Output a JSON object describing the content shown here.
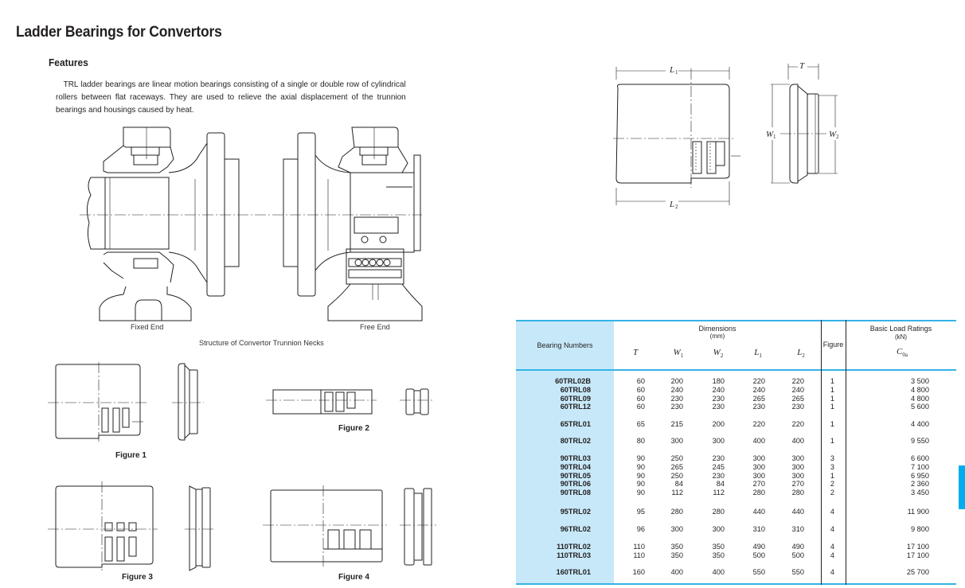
{
  "page": {
    "title": "Ladder Bearings for Convertors",
    "section_heading": "Features",
    "body_text": "TRL ladder bearings are linear motion bearings consisting of a single or double row of cylindrical rollers between flat raceways. They are used to relieve the axial displacement of the trunnion bearings and housings caused by heat."
  },
  "structure_drawing": {
    "fixed_end_label": "Fixed End",
    "free_end_label": "Free End",
    "caption": "Structure of Convertor Trunnion Necks"
  },
  "dimension_drawing": {
    "labels": {
      "L1": "L",
      "L1_sub": "1",
      "L2": "L",
      "L2_sub": "2",
      "T": "T",
      "W1": "W",
      "W1_sub": "1",
      "W2": "W",
      "W2_sub": "2"
    }
  },
  "figures": [
    {
      "label": "Figure 1"
    },
    {
      "label": "Figure 2"
    },
    {
      "label": "Figure 3"
    },
    {
      "label": "Figure 4"
    }
  ],
  "table": {
    "header": {
      "bearing_numbers": "Bearing Numbers",
      "dimensions": "Dimensions",
      "dimensions_unit": "(mm)",
      "figure": "Figure",
      "load_ratings": "Basic Load Ratings",
      "load_ratings_unit": "(kN)",
      "cols": {
        "T": "T",
        "W1": "W",
        "W1_sub": "1",
        "W2": "W",
        "W2_sub": "2",
        "L1": "L",
        "L1_sub": "1",
        "L2": "L",
        "L2_sub": "2",
        "C0a": "C",
        "C0a_sub": "0a"
      }
    },
    "groups": [
      {
        "rows": [
          {
            "bearing": "60TRL02B",
            "T": "60",
            "W1": "200",
            "W2": "180",
            "L1": "220",
            "L2": "220",
            "figure": "1",
            "C0a": "3 500"
          },
          {
            "bearing": "60TRL08",
            "T": "60",
            "W1": "240",
            "W2": "240",
            "L1": "240",
            "L2": "240",
            "figure": "1",
            "C0a": "4 800"
          },
          {
            "bearing": "60TRL09",
            "T": "60",
            "W1": "230",
            "W2": "230",
            "L1": "265",
            "L2": "265",
            "figure": "1",
            "C0a": "4 800"
          },
          {
            "bearing": "60TRL12",
            "T": "60",
            "W1": "230",
            "W2": "230",
            "L1": "230",
            "L2": "230",
            "figure": "1",
            "C0a": "5 600"
          }
        ]
      },
      {
        "rows": [
          {
            "bearing": "65TRL01",
            "T": "65",
            "W1": "215",
            "W2": "200",
            "L1": "220",
            "L2": "220",
            "figure": "1",
            "C0a": "4 400"
          }
        ]
      },
      {
        "rows": [
          {
            "bearing": "80TRL02",
            "T": "80",
            "W1": "300",
            "W2": "300",
            "L1": "400",
            "L2": "400",
            "figure": "1",
            "C0a": "9 550"
          }
        ]
      },
      {
        "rows": [
          {
            "bearing": "90TRL03",
            "T": "90",
            "W1": "250",
            "W2": "230",
            "L1": "300",
            "L2": "300",
            "figure": "3",
            "C0a": "6 600"
          },
          {
            "bearing": "90TRL04",
            "T": "90",
            "W1": "265",
            "W2": "245",
            "L1": "300",
            "L2": "300",
            "figure": "3",
            "C0a": "7 100"
          },
          {
            "bearing": "90TRL05",
            "T": "90",
            "W1": "250",
            "W2": "230",
            "L1": "300",
            "L2": "300",
            "figure": "1",
            "C0a": "6 950"
          },
          {
            "bearing": "90TRL06",
            "T": "90",
            "W1": "84",
            "W2": "84",
            "L1": "270",
            "L2": "270",
            "figure": "2",
            "C0a": "2 360"
          },
          {
            "bearing": "90TRL08",
            "T": "90",
            "W1": "112",
            "W2": "112",
            "L1": "280",
            "L2": "280",
            "figure": "2",
            "C0a": "3 450"
          }
        ]
      },
      {
        "rows": [
          {
            "bearing": "95TRL02",
            "T": "95",
            "W1": "280",
            "W2": "280",
            "L1": "440",
            "L2": "440",
            "figure": "4",
            "C0a": "11 900"
          }
        ]
      },
      {
        "rows": [
          {
            "bearing": "96TRL02",
            "T": "96",
            "W1": "300",
            "W2": "300",
            "L1": "310",
            "L2": "310",
            "figure": "4",
            "C0a": "9 800"
          }
        ]
      },
      {
        "rows": [
          {
            "bearing": "110TRL02",
            "T": "110",
            "W1": "350",
            "W2": "350",
            "L1": "490",
            "L2": "490",
            "figure": "4",
            "C0a": "17 100"
          },
          {
            "bearing": "110TRL03",
            "T": "110",
            "W1": "350",
            "W2": "350",
            "L1": "500",
            "L2": "500",
            "figure": "4",
            "C0a": "17 100"
          }
        ]
      },
      {
        "rows": [
          {
            "bearing": "160TRL01",
            "T": "160",
            "W1": "400",
            "W2": "400",
            "L1": "550",
            "L2": "550",
            "figure": "4",
            "C0a": "25 700"
          }
        ]
      }
    ]
  },
  "colors": {
    "header_fill": "#c7e8f8",
    "rule_blue": "#35b3e6",
    "side_tab": "#00aeef"
  }
}
